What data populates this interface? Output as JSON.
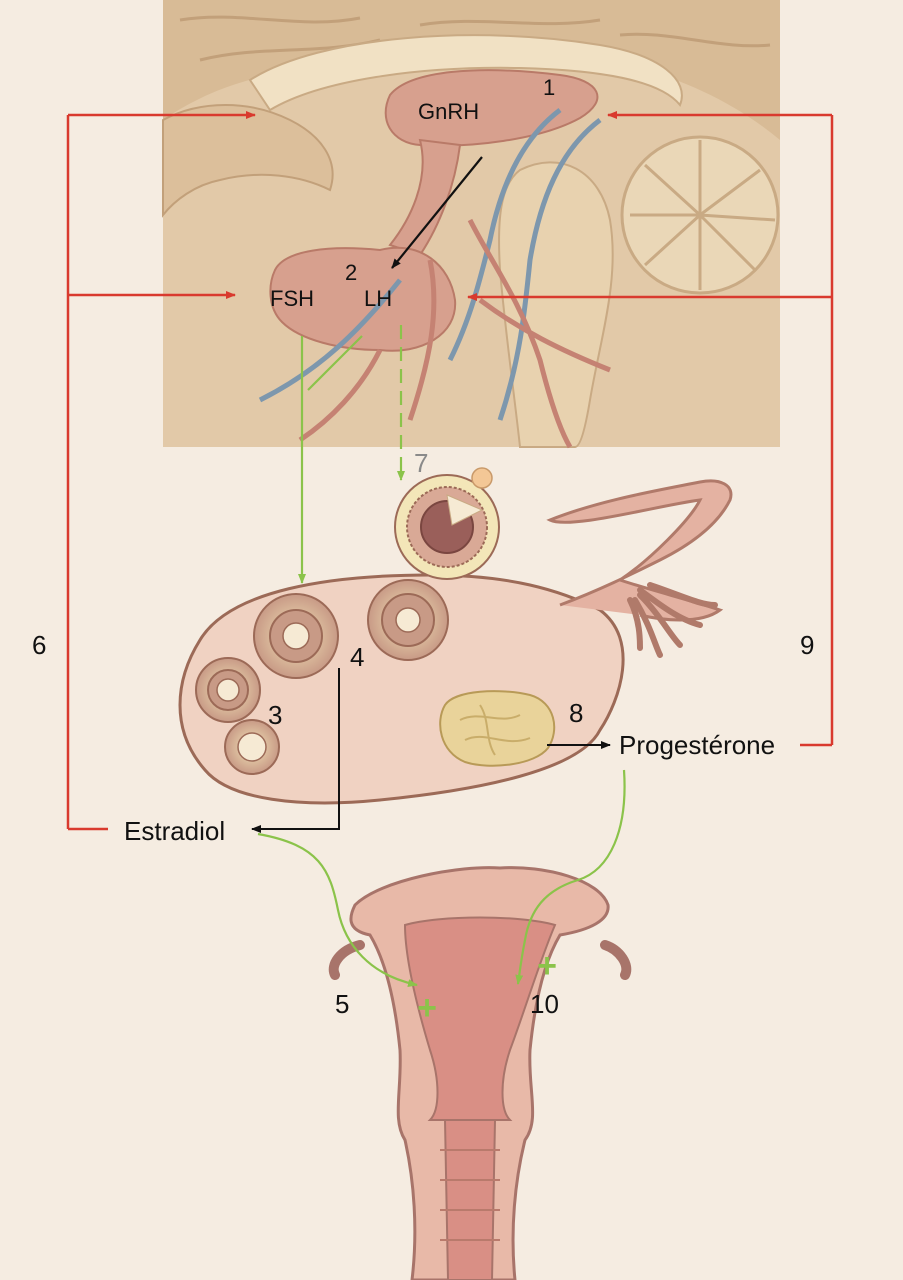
{
  "labels": {
    "gnrh": "GnRH",
    "fsh": "FSH",
    "lh": "LH",
    "estradiol": "Estradiol",
    "progesterone": "Progestérone"
  },
  "numbers": {
    "n1": "1",
    "n2": "2",
    "n3": "3",
    "n4": "4",
    "n5": "5",
    "n6": "6",
    "n7": "7",
    "n8": "8",
    "n9": "9",
    "n10": "10"
  },
  "signs": {
    "plus_left": "+",
    "plus_right": "+"
  },
  "colors": {
    "background": "#f5ece1",
    "feedback_arrow": "#d93a2e",
    "stimulation_arrow": "#8bc34a",
    "pathway_arrow": "#111111"
  }
}
